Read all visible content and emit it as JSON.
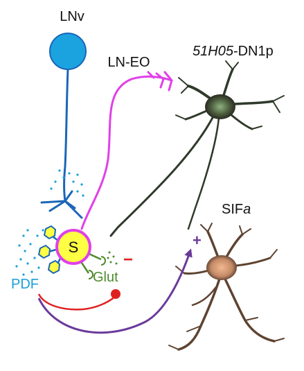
{
  "labels": {
    "lnv": "LNv",
    "ln_eo": "LN-EO",
    "dn1p_italic": "51H05",
    "dn1p_rest": "-DN1p",
    "sifa_main": "SIF",
    "sifa_italic": "a",
    "pdf": "PDF",
    "glut": "Glut",
    "s": "S",
    "plus": "+",
    "minus": "−"
  },
  "colors": {
    "lnv": "#1ba3e0",
    "lnv_axon": "#1a66b8",
    "ln_eo": "#e040e8",
    "s_cell": "#ffff44",
    "pdf": "#1aa0d8",
    "glut": "#4e8a2c",
    "inhibit": "#e02020",
    "excite": "#6a3a9a"
  }
}
